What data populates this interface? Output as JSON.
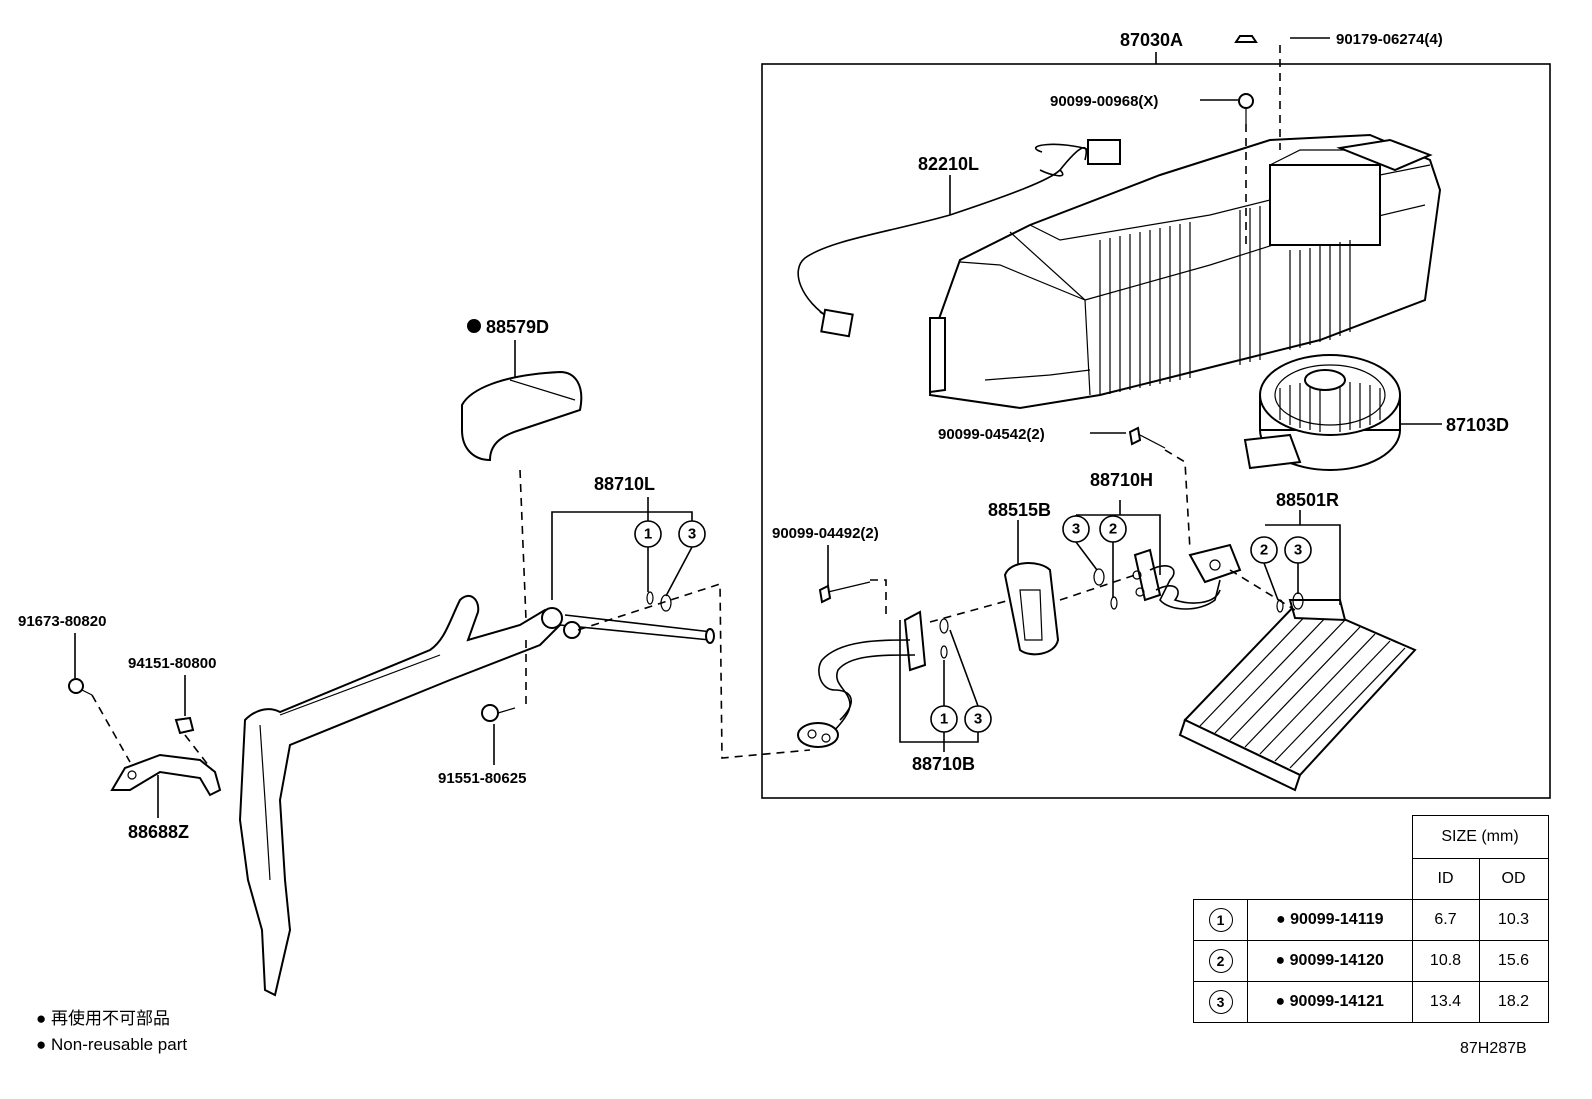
{
  "labels": {
    "assembly": "87030A",
    "clip_top": "90179-06274(4)",
    "screw_top": "90099-00968(X)",
    "wire": "82210L",
    "insulator": "88579D",
    "blower": "87103D",
    "bolt_mid": "90099-04542(2)",
    "tube_h": "88710H",
    "seal_b": "88515B",
    "core": "88501R",
    "bolt_left": "90099-04492(2)",
    "tube_l": "88710L",
    "tube_b": "88710B",
    "clip_left": "91673-80820",
    "nut_left": "94151-80800",
    "bracket": "88688Z",
    "screw_mid": "91551-80625"
  },
  "callouts": [
    "1",
    "2",
    "3"
  ],
  "table": {
    "header_size": "SIZE (mm)",
    "col_id": "ID",
    "col_od": "OD",
    "rows": [
      {
        "key": "1",
        "part": "90099-14119",
        "id": "6.7",
        "od": "10.3"
      },
      {
        "key": "2",
        "part": "90099-14120",
        "id": "10.8",
        "od": "15.6"
      },
      {
        "key": "3",
        "part": "90099-14121",
        "id": "13.4",
        "od": "18.2"
      }
    ]
  },
  "legend": {
    "jp": "再使用不可部品",
    "en": "Non-reusable part",
    "bullet": "●"
  },
  "diagram_code": "87H287B"
}
